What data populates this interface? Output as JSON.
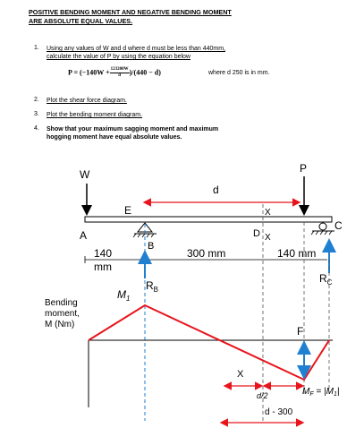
{
  "header": {
    "title_line1": "POSITIVE BENDING MOMENT AND NEGATIVE BENDING MOMENT",
    "title_line2": "ARE  ABSOLUTE EQUAL VALUES."
  },
  "tasks": [
    {
      "number": "1.",
      "line1": "Using any values of W and d where d must be less than 440mm,",
      "line2": "calculate the value of P by using the equation below"
    },
    {
      "number": "2.",
      "line1": "Plot the shear force diagram."
    },
    {
      "number": "3.",
      "line1": "Plot the bending moment diagram."
    },
    {
      "number": "4.",
      "line1": "Show that your maximum sagging moment and maximum",
      "line2": "hogging moment have equal absolute values."
    }
  ],
  "formula": {
    "lhs": "P = (−140W +",
    "frac_num": "123200W",
    "frac_den": "d",
    "rhs": ")/(440 − d)",
    "where": "where d 250 is in mm."
  },
  "beam_labels": {
    "W": "W",
    "P": "P",
    "d": "d",
    "E": "E",
    "A": "A",
    "B": "B",
    "C": "C",
    "D": "D",
    "x_top": "X",
    "x_mid": "X",
    "dim_140_left": "140",
    "dim_mm": "mm",
    "dim_300": "300 mm",
    "dim_140_right": "140 mm",
    "RB": "R",
    "RB_sub": "B",
    "RC": "R",
    "RC_sub": "C"
  },
  "bm_labels": {
    "axis_label_1": "Bending",
    "axis_label_2": "moment,",
    "axis_label_3": "M (Nm)",
    "M1": "M",
    "M1_sub": "1",
    "F": "F",
    "x_bottom": "X",
    "d_half": "d/2",
    "d_minus_300": "d - 300",
    "MF_eq": "M",
    "MF_sub": "F",
    "MF_rhs": " = |M",
    "MF_rhs_sub": "1",
    "MF_end": "|"
  },
  "colors": {
    "red": "#e8141c",
    "blue": "#1f7fd0",
    "black": "#000000"
  }
}
